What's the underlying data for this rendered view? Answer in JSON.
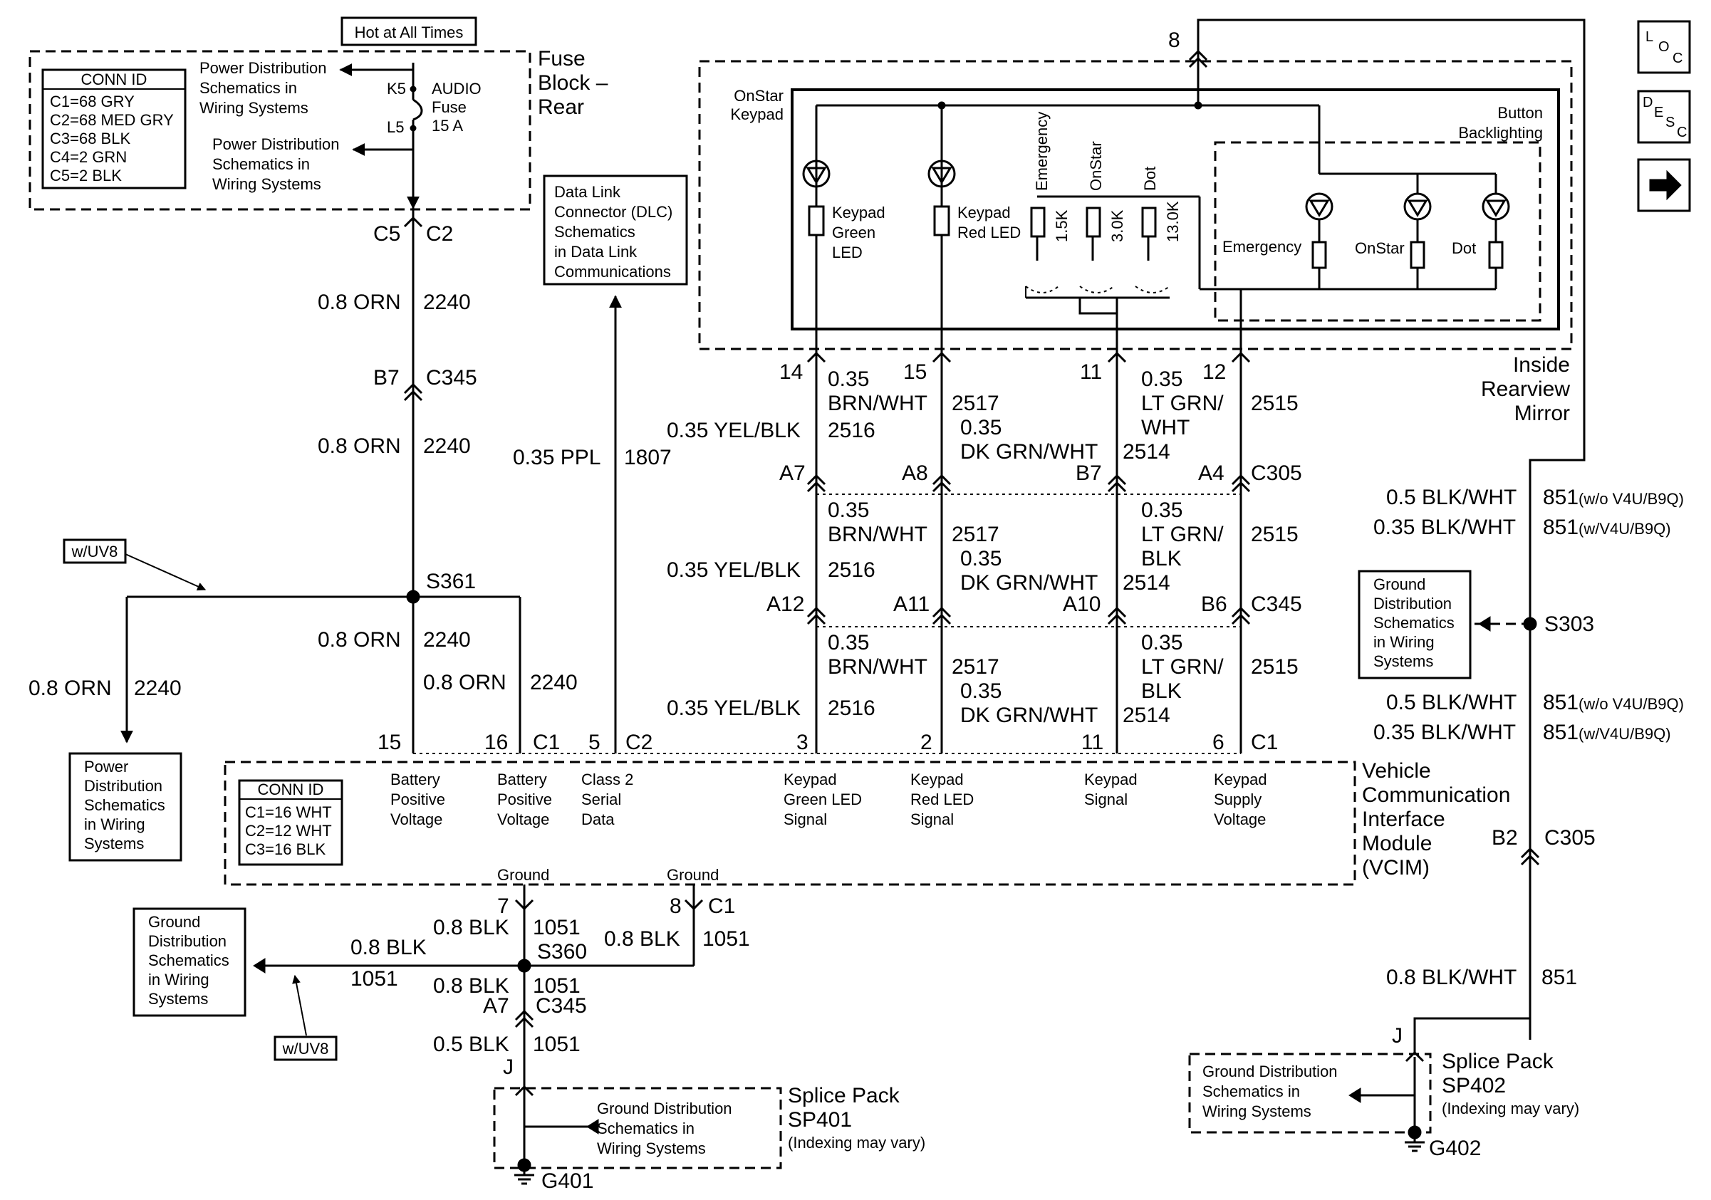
{
  "fuse_block": {
    "hot_label": "Hot at All Times",
    "title": [
      "Fuse",
      "Block –",
      "Rear"
    ],
    "conn_id": {
      "title": "CONN ID",
      "lines": [
        "C1=68 GRY",
        "C2=68 MED GRY",
        "C3=68 BLK",
        "C4=2 GRN",
        "C5=2 BLK"
      ]
    },
    "power_ref_1": [
      "Power Distribution",
      "Schematics in",
      "Wiring Systems"
    ],
    "power_ref_2": [
      "Power Distribution",
      "Schematics in",
      "Wiring Systems"
    ],
    "fuse": {
      "in_pin": "K5",
      "out_pin": "L5",
      "name": [
        "AUDIO",
        "Fuse",
        "15 A"
      ]
    }
  },
  "dlc_ref": [
    "Data Link",
    "Connector (DLC)",
    "Schematics",
    "in Data Link",
    "Communications"
  ],
  "nav_icons": {
    "loc": "loc-icon",
    "desc": "desc-icon",
    "next": "arrow-right-icon"
  },
  "left_circuit": {
    "c5c2": [
      "C5",
      "C2"
    ],
    "wire1": [
      "0.8 ORN",
      "2240"
    ],
    "c345": [
      "B7",
      "C345"
    ],
    "wire2": [
      "0.8 ORN",
      "2240"
    ],
    "dlc_wire": [
      "0.35 PPL",
      "1807"
    ],
    "option_tag": "w/UV8",
    "splice": "S361",
    "branch_left": [
      "0.8 ORN",
      "2240"
    ],
    "branch_mid": [
      "0.8 ORN",
      "2240"
    ],
    "branch_right": [
      "0.8 ORN",
      "2240"
    ],
    "power_ref_3": [
      "Power",
      "Distribution",
      "Schematics",
      "in Wiring",
      "Systems"
    ]
  },
  "mirror": {
    "title": [
      "Inside",
      "Rearview",
      "Mirror"
    ],
    "keypad_label": [
      "OnStar",
      "Keypad"
    ],
    "backlight_label": [
      "Button",
      "Backlighting"
    ],
    "top_pin": "8",
    "green_led": [
      "Keypad",
      "Green",
      "LED"
    ],
    "red_led": [
      "Keypad",
      "Red LED"
    ],
    "resistors": [
      {
        "name": "Emergency",
        "value": "1.5K"
      },
      {
        "name": "OnStar",
        "value": "3.0K"
      },
      {
        "name": "Dot",
        "value": "13.0K"
      }
    ],
    "backlight_leds": [
      "Emergency",
      "OnStar",
      "Dot"
    ],
    "pins": [
      "14",
      "15",
      "11",
      "12"
    ]
  },
  "harness": {
    "seg1": {
      "col1": [
        "0.35",
        "BRN/WHT",
        "0.35 YEL/BLK",
        "2516"
      ],
      "col2": [
        "2517",
        "0.35",
        "DK GRN/WHT",
        "2514"
      ],
      "col3": [
        "0.35",
        "LT GRN/",
        "WHT"
      ],
      "col4": [
        "2515"
      ]
    },
    "conn1": [
      "A7",
      "A8",
      "B7",
      "A4",
      "C305"
    ],
    "seg2": {
      "col1": [
        "0.35",
        "BRN/WHT",
        "0.35 YEL/BLK",
        "2516"
      ],
      "col2": [
        "2517",
        "0.35",
        "DK GRN/WHT",
        "2514"
      ],
      "col3": [
        "0.35",
        "LT GRN/",
        "BLK"
      ],
      "col4": [
        "2515"
      ]
    },
    "conn2": [
      "A12",
      "A11",
      "A10",
      "B6",
      "C345"
    ],
    "seg3": {
      "col1": [
        "0.35",
        "BRN/WHT",
        "0.35 YEL/BLK",
        "2516"
      ],
      "col2": [
        "2517",
        "0.35",
        "DK GRN/WHT",
        "2514"
      ],
      "col3": [
        "0.35",
        "LT GRN/",
        "BLK"
      ],
      "col4": [
        "2515"
      ]
    }
  },
  "vcim": {
    "title": [
      "Vehicle",
      "Communication",
      "Interface",
      "Module",
      "(VCIM)"
    ],
    "conn_id": {
      "title": "CONN ID",
      "lines": [
        "C1=16 WHT",
        "C2=12 WHT",
        "C3=16 BLK"
      ]
    },
    "pins": [
      "15",
      "16",
      "C1",
      "5",
      "C2",
      "3",
      "2",
      "11",
      "6",
      "C1"
    ],
    "labels": [
      [
        "Battery",
        "Positive",
        "Voltage"
      ],
      [
        "Battery",
        "Positive",
        "Voltage"
      ],
      [
        "Class 2",
        "Serial",
        "Data"
      ],
      [
        "Keypad",
        "Green LED",
        "Signal"
      ],
      [
        "Keypad",
        "Red LED",
        "Signal"
      ],
      [
        "Keypad",
        "Signal"
      ],
      [
        "Keypad",
        "Supply",
        "Voltage"
      ]
    ],
    "ground_labels": [
      "Ground",
      "Ground"
    ],
    "ground_pins": [
      "7",
      "8",
      "C1"
    ]
  },
  "ground_left": {
    "ref": [
      "Ground",
      "Distribution",
      "Schematics",
      "in Wiring",
      "Systems"
    ],
    "wire_a": [
      "0.8 BLK",
      "1051"
    ],
    "wire_b": [
      "0.8 BLK",
      "1051"
    ],
    "wire_c": [
      "0.8 BLK",
      "1051"
    ],
    "wire_d": [
      "0.8 BLK",
      "1051"
    ],
    "splice": "S360",
    "c345": [
      "A7",
      "C345"
    ],
    "wire_e": [
      "0.5 BLK",
      "1051"
    ],
    "j_pin": "J",
    "option_tag": "w/UV8",
    "splice_pack": [
      "Splice Pack",
      "SP401",
      "(Indexing may vary)"
    ],
    "sp_ref": [
      "Ground Distribution",
      "Schematics in",
      "Wiring Systems"
    ],
    "ground": "G401"
  },
  "ground_right": {
    "w1": [
      "0.5 BLK/WHT",
      "851",
      "(w/o V4U/B9Q)"
    ],
    "w2": [
      "0.35 BLK/WHT",
      "851",
      "(w/V4U/B9Q)"
    ],
    "ref": [
      "Ground",
      "Distribution",
      "Schematics",
      "in Wiring",
      "Systems"
    ],
    "splice": "S303",
    "w3": [
      "0.5 BLK/WHT",
      "851",
      "(w/o V4U/B9Q)"
    ],
    "w4": [
      "0.35 BLK/WHT",
      "851",
      "(w/V4U/B9Q)"
    ],
    "c305": [
      "B2",
      "C305"
    ],
    "w5": [
      "0.8 BLK/WHT",
      "851"
    ],
    "j_pin": "J",
    "splice_pack": [
      "Splice Pack",
      "SP402",
      "(Indexing may vary)"
    ],
    "sp_ref": [
      "Ground Distribution",
      "Schematics in",
      "Wiring Systems"
    ],
    "ground": "G402"
  }
}
